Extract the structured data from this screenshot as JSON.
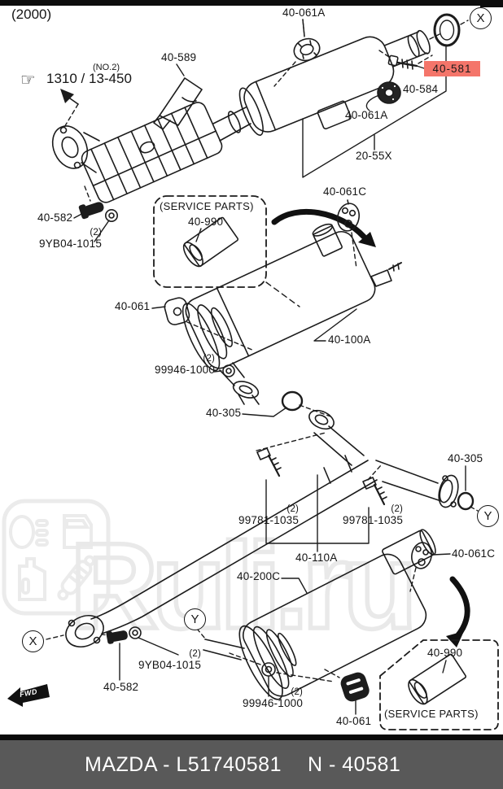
{
  "page": {
    "year_label": "(2000)",
    "top_bar_color": "#0d0d0d",
    "footer_bar_color": "#595959",
    "line_color": "#1c1c1c"
  },
  "reference": {
    "hand_icon": "☞",
    "note": "(NO.2)",
    "text": "1310 / 13-450"
  },
  "highlight": {
    "part": "40-581",
    "color": "#f4756a"
  },
  "connectors": [
    {
      "letter": "X"
    },
    {
      "letter": "Y"
    },
    {
      "letter": "Y"
    },
    {
      "letter": "X"
    }
  ],
  "service_boxes": [
    {
      "title": "(SERVICE PARTS)",
      "part": "40-990"
    },
    {
      "title": "(SERVICE PARTS)",
      "part": "40-990"
    }
  ],
  "fwd_label": "FWD",
  "watermark": {
    "text": "Ruli.ru",
    "logo_icons": [
      "headlight-icon",
      "car-door-icon",
      "oil-canister-icon",
      "shock-absorber-icon"
    ]
  },
  "labels": [
    {
      "text": "40-061A"
    },
    {
      "text": "40-589"
    },
    {
      "text": "40-584"
    },
    {
      "text": "40-061A"
    },
    {
      "text": "20-55X"
    },
    {
      "text": "40-582"
    },
    {
      "text": "9YB04-1015",
      "qty": "(2)"
    },
    {
      "text": "40-061C"
    },
    {
      "text": "40-061"
    },
    {
      "text": "40-100A"
    },
    {
      "text": "99946-1000",
      "qty": "(2)"
    },
    {
      "text": "40-305"
    },
    {
      "text": "40-305"
    },
    {
      "text": "99781-1035",
      "qty": "(2)"
    },
    {
      "text": "99781-1035",
      "qty": "(2)"
    },
    {
      "text": "40-110A"
    },
    {
      "text": "40-200C"
    },
    {
      "text": "40-061C"
    },
    {
      "text": "9YB04-1015",
      "qty": "(2)"
    },
    {
      "text": "40-582"
    },
    {
      "text": "99946-1000",
      "qty": "(2)"
    },
    {
      "text": "40-061"
    }
  ],
  "footer": {
    "left_text": "MAZDA - L51740581",
    "right_text": "N - 40581"
  }
}
